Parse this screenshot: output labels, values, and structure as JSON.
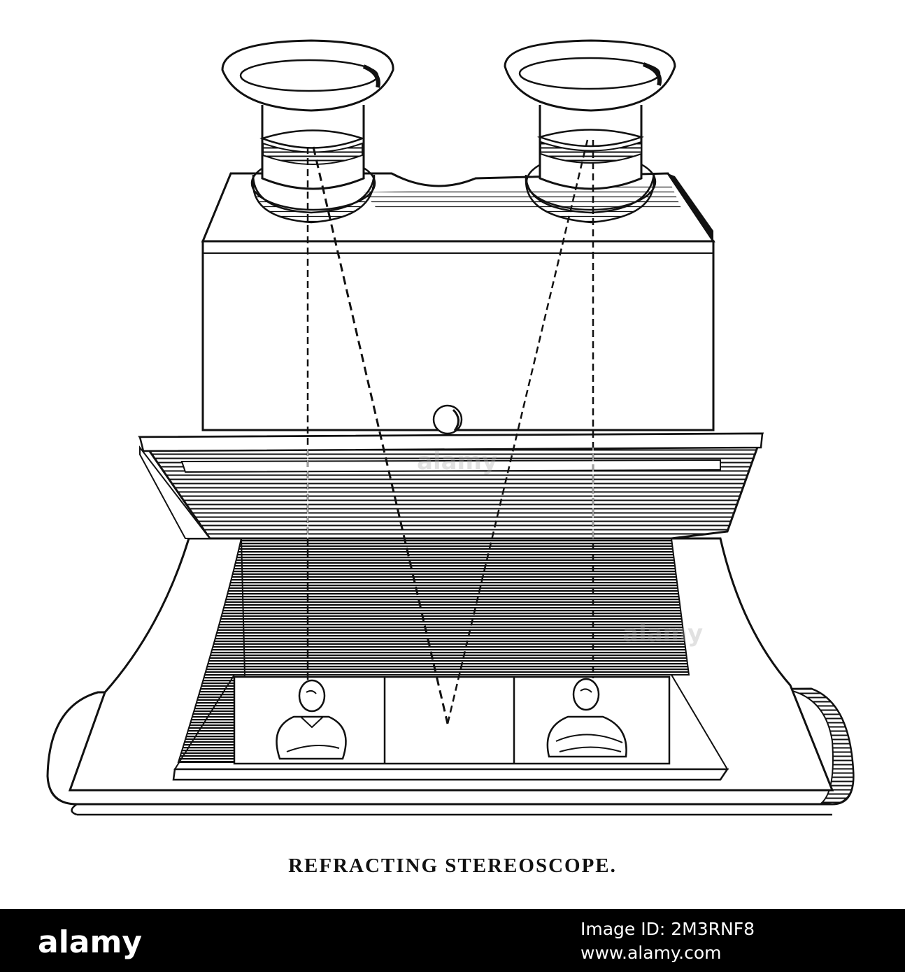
{
  "caption": "REFRACTING STEREOSCOPE.",
  "footer": {
    "logo": "alamy",
    "image_id_label": "Image ID: 2M3RNF8",
    "url": "www.alamy.com"
  },
  "watermark": "alamy",
  "colors": {
    "ink": "#111111",
    "paper": "#ffffff",
    "footer": "#000000"
  }
}
